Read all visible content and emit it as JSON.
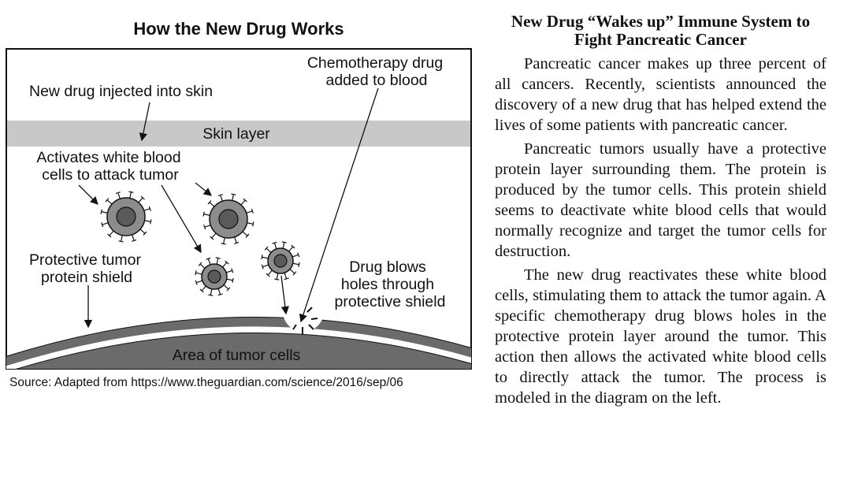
{
  "diagram": {
    "title": "How the New Drug Works",
    "labels": {
      "chemo_line1": "Chemotherapy drug",
      "chemo_line2": "added to blood",
      "injected": "New drug injected into skin",
      "skin_layer": "Skin layer",
      "activates_line1": "Activates white blood",
      "activates_line2": "cells to attack tumor",
      "shield_line1": "Protective tumor",
      "shield_line2": "protein shield",
      "blows_line1": "Drug blows",
      "blows_line2": "holes through",
      "blows_line3": "protective shield",
      "tumor_area": "Area of tumor cells"
    },
    "source": "Source: Adapted from https://www.theguardian.com/science/2016/sep/06"
  },
  "article": {
    "title": "New Drug “Wakes up” Immune System to Fight Pancreatic Cancer",
    "paragraphs": [
      "Pancreatic cancer makes up three percent of all cancers. Recently, scientists announced the discovery of a new drug that has helped extend the lives of some patients with pancreatic cancer.",
      "Pancreatic tumors usually have a protective protein layer surrounding them. The protein is produced by the tumor cells. This protein shield seems to deactivate white blood cells that would normally recognize and target the tumor cells for destruction.",
      "The new drug reactivates these white blood cells, stimulating them to attack the tumor again. A specific chemotherapy drug blows holes in the protective protein layer around the tumor. This action then allows the activated white blood cells to directly attack the tumor. The process is modeled in the diagram on the left."
    ]
  }
}
